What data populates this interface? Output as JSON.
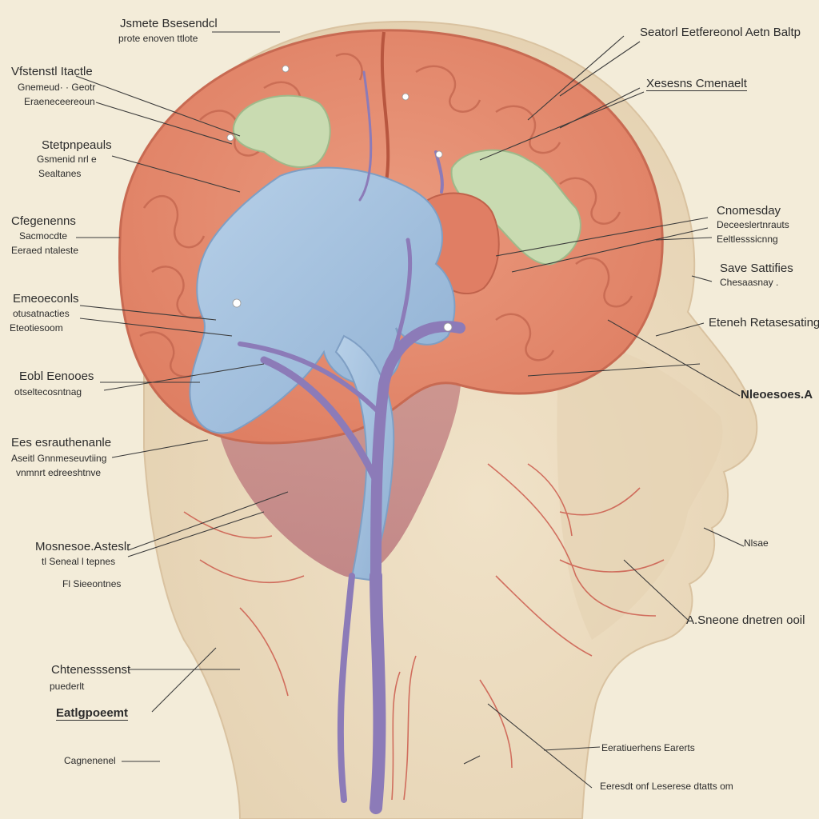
{
  "colors": {
    "background": "#f3ecd9",
    "skin": "#ecdcc0",
    "cortex": "#e58a6e",
    "frontal_green": "#c9dbb1",
    "blue_region": "#a9c4df",
    "vessel_purple": "#8c7bb8",
    "artery_red": "#c84a3e",
    "leader_line": "#3a3a3a"
  },
  "labels": {
    "top_center": {
      "title": "Jsmete Bsesendcl",
      "sub": "prote enoven ttlote"
    },
    "top_right": {
      "title": "Seatorl Eetfereonol Aetn Baltp"
    },
    "right_1": {
      "title": "Xesesns Cmenaelt"
    },
    "left_1": {
      "title": "Vfstenstl Itactle",
      "sub1": "Gnemeud· · Geotr",
      "sub2": "Eraeneceereoun"
    },
    "left_2": {
      "title": "Stetpnpeauls",
      "sub1": "Gsmenid nrl e",
      "sub2": "Sealtanes"
    },
    "left_3": {
      "title": "Cfegenenns",
      "sub1": "Sacmocdte",
      "sub2": "Eeraed ntaleste"
    },
    "right_2": {
      "title": "Cnomesday",
      "sub1": "Deceeslertnrauts",
      "sub2": "Eeltlesssicnng"
    },
    "right_3": {
      "title": "Save Sattifies",
      "sub1": "Chesaasnay ."
    },
    "left_4": {
      "title": "Emeoeconls",
      "sub1": "otusatnacties",
      "sub2": "Eteotiesoom"
    },
    "right_4": {
      "title": "Eteneh Retasesating"
    },
    "left_5": {
      "title": "Eobl Eenooes",
      "sub1": "otseltecosntnag"
    },
    "right_5": {
      "title": "Nleoesoes.A"
    },
    "left_6": {
      "title": "Ees esrauthenanle",
      "sub1": "Aseitl Gnnmeseuvtiing",
      "sub2": "vnmnrt edreeshtnve"
    },
    "left_7": {
      "title": "Mosnesoe.Asteslr",
      "sub1": "tl Seneal l tepnes"
    },
    "left_8": {
      "title": "Fl Sieeontnes"
    },
    "right_6": {
      "title": "Nlsae"
    },
    "right_7": {
      "title": "A.Sneone dnetren ooil"
    },
    "left_9": {
      "title": "Chtenesssenst",
      "sub1": "puederlt"
    },
    "left_10": {
      "title": "Eatlgpoeemt"
    },
    "left_11": {
      "title": "Cagnenenel"
    },
    "bottom_center": {
      "title": "Eeratiuerhens Earerts"
    },
    "bottom_right": {
      "title": "Eeresdt onf Leserese dtatts om"
    }
  }
}
